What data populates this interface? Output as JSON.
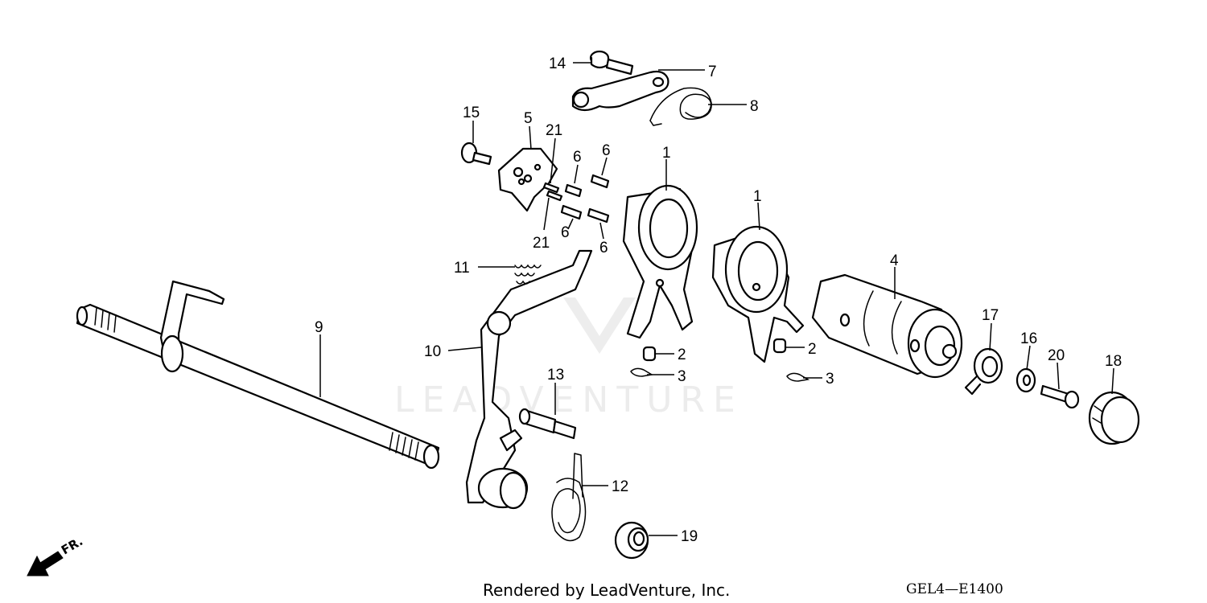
{
  "diagram": {
    "watermark": "LEADVENTURE",
    "footer_text": "Rendered by LeadVenture, Inc.",
    "diagram_code": "GEL4—E1400",
    "direction_label": "FR.",
    "callouts": {
      "c14": "14",
      "c7": "7",
      "c8": "8",
      "c15": "15",
      "c5": "5",
      "c21a": "21",
      "c21b": "21",
      "c6a": "6",
      "c6b": "6",
      "c6c": "6",
      "c6d": "6",
      "c1a": "1",
      "c1b": "1",
      "c4": "4",
      "c11": "11",
      "c9": "9",
      "c10": "10",
      "c2a": "2",
      "c2b": "2",
      "c3a": "3",
      "c3b": "3",
      "c17": "17",
      "c16": "16",
      "c20": "20",
      "c18": "18",
      "c13": "13",
      "c12": "12",
      "c19": "19"
    }
  }
}
